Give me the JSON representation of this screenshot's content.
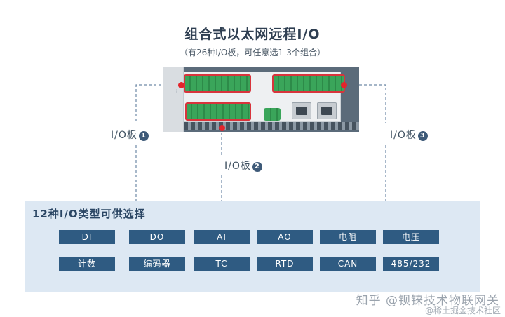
{
  "title": "组合式以太网远程I/O",
  "subtitle": "（有26种I/O板，可任意选1-3个组合）",
  "callouts": [
    {
      "label": "I/O板",
      "number": "1"
    },
    {
      "label": "I/O板",
      "number": "2"
    },
    {
      "label": "I/O板",
      "number": "3"
    }
  ],
  "panel": {
    "title": "12种I/O类型可供选择",
    "types": [
      "DI",
      "DO",
      "AI",
      "AO",
      "电阻",
      "电压",
      "计数",
      "编码器",
      "TC",
      "RTD",
      "CAN",
      "485/232"
    ]
  },
  "colors": {
    "accent_red": "#e3242b",
    "chip_blue": "#2f5b82",
    "panel_bg": "#dde8f3",
    "line": "#6f8aa6"
  },
  "watermark": {
    "line1": "知乎 @钡铼技术物联网关",
    "line2": "@稀土掘金技术社区"
  }
}
